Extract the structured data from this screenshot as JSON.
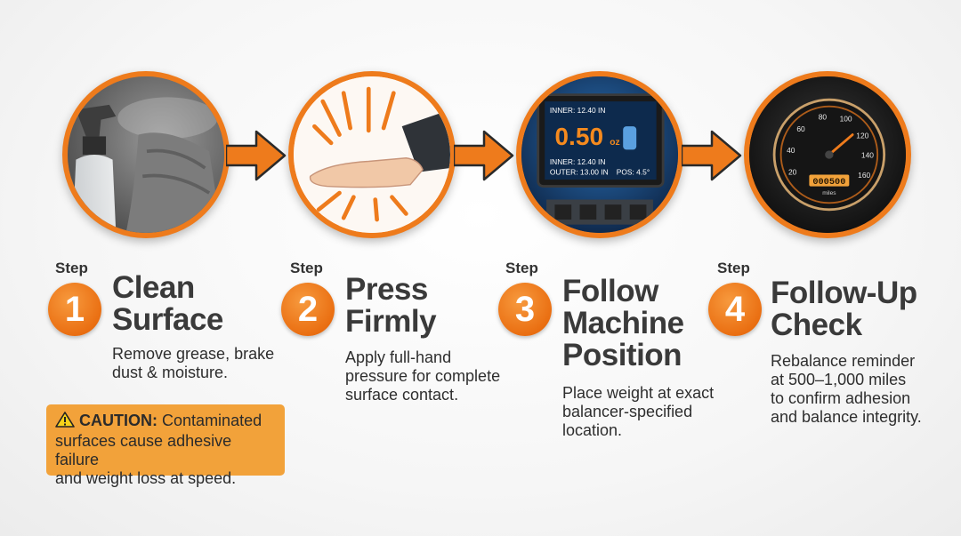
{
  "steps": [
    {
      "step_label": "Step",
      "number": "1",
      "title_lines": [
        "Clean",
        "Surface"
      ],
      "desc_lines": [
        "Remove grease, brake",
        "dust & moisture."
      ]
    },
    {
      "step_label": "Step",
      "number": "2",
      "title_lines": [
        "Press",
        "Firmly"
      ],
      "desc_lines": [
        "Apply full-hand",
        "pressure for complete",
        "surface contact."
      ]
    },
    {
      "step_label": "Step",
      "number": "3",
      "title_lines": [
        "Follow",
        "Machine",
        "Position"
      ],
      "desc_lines": [
        "Place weight at exact",
        "balancer-specified",
        "location."
      ]
    },
    {
      "step_label": "Step",
      "number": "4",
      "title_lines": [
        "Follow-Up",
        "Check"
      ],
      "desc_lines": [
        "Rebalance reminder",
        "at 500–1,000 miles",
        "to confirm adhesion",
        "and balance integrity."
      ]
    }
  ],
  "caution": {
    "label": "CAUTION:",
    "lines": [
      "Contaminated",
      "surfaces cause adhesive failure",
      "and weight loss at speed."
    ]
  },
  "balancer_screen": {
    "top_line": "INNER: 12.40 IN",
    "big_value": "0.50",
    "unit": "oz",
    "inner": "INNER: 12.40 IN",
    "outer": "OUTER: 13.00 IN",
    "pos": "POS: 4.5°"
  },
  "gauge": {
    "ticks": [
      "20",
      "40",
      "60",
      "80",
      "100",
      "120",
      "140",
      "160"
    ],
    "odometer": "000500",
    "odometer_unit": "miles"
  },
  "colors": {
    "accent": "#ee7b1c",
    "caution_bg": "#f2a23a",
    "screen_text": "#f58a1e"
  }
}
